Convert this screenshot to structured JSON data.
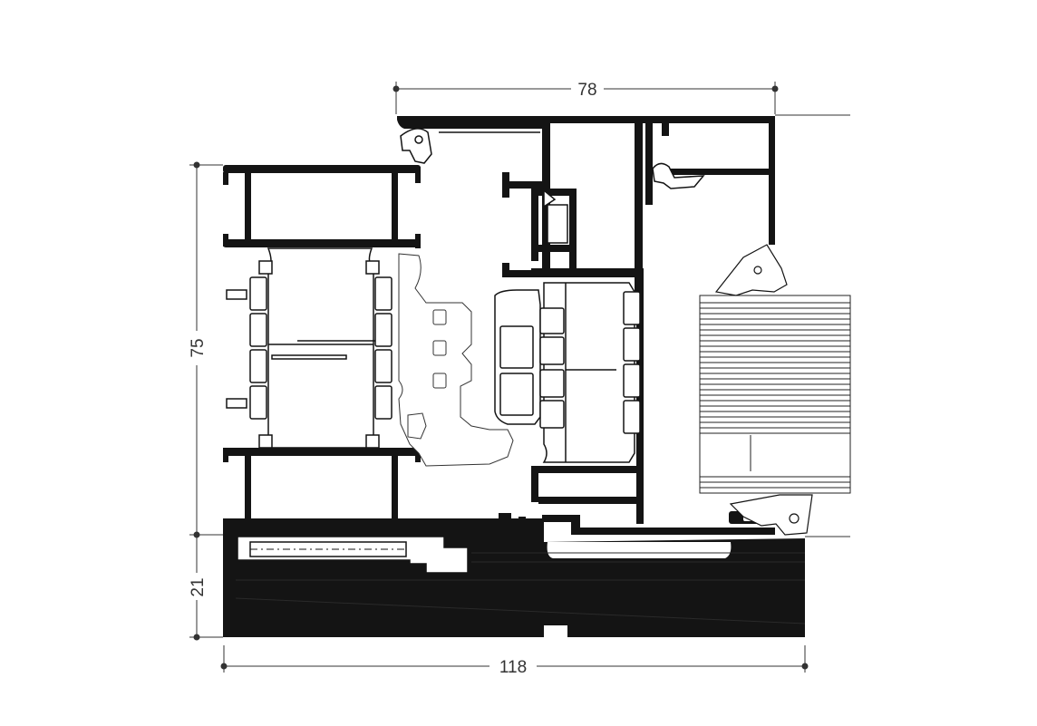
{
  "dimensions": {
    "top_width": "78",
    "left_height": "75",
    "bottom_height": "21",
    "bottom_width": "118"
  },
  "colors": {
    "profile": "#141414",
    "line": "#222222",
    "background": "#ffffff"
  }
}
